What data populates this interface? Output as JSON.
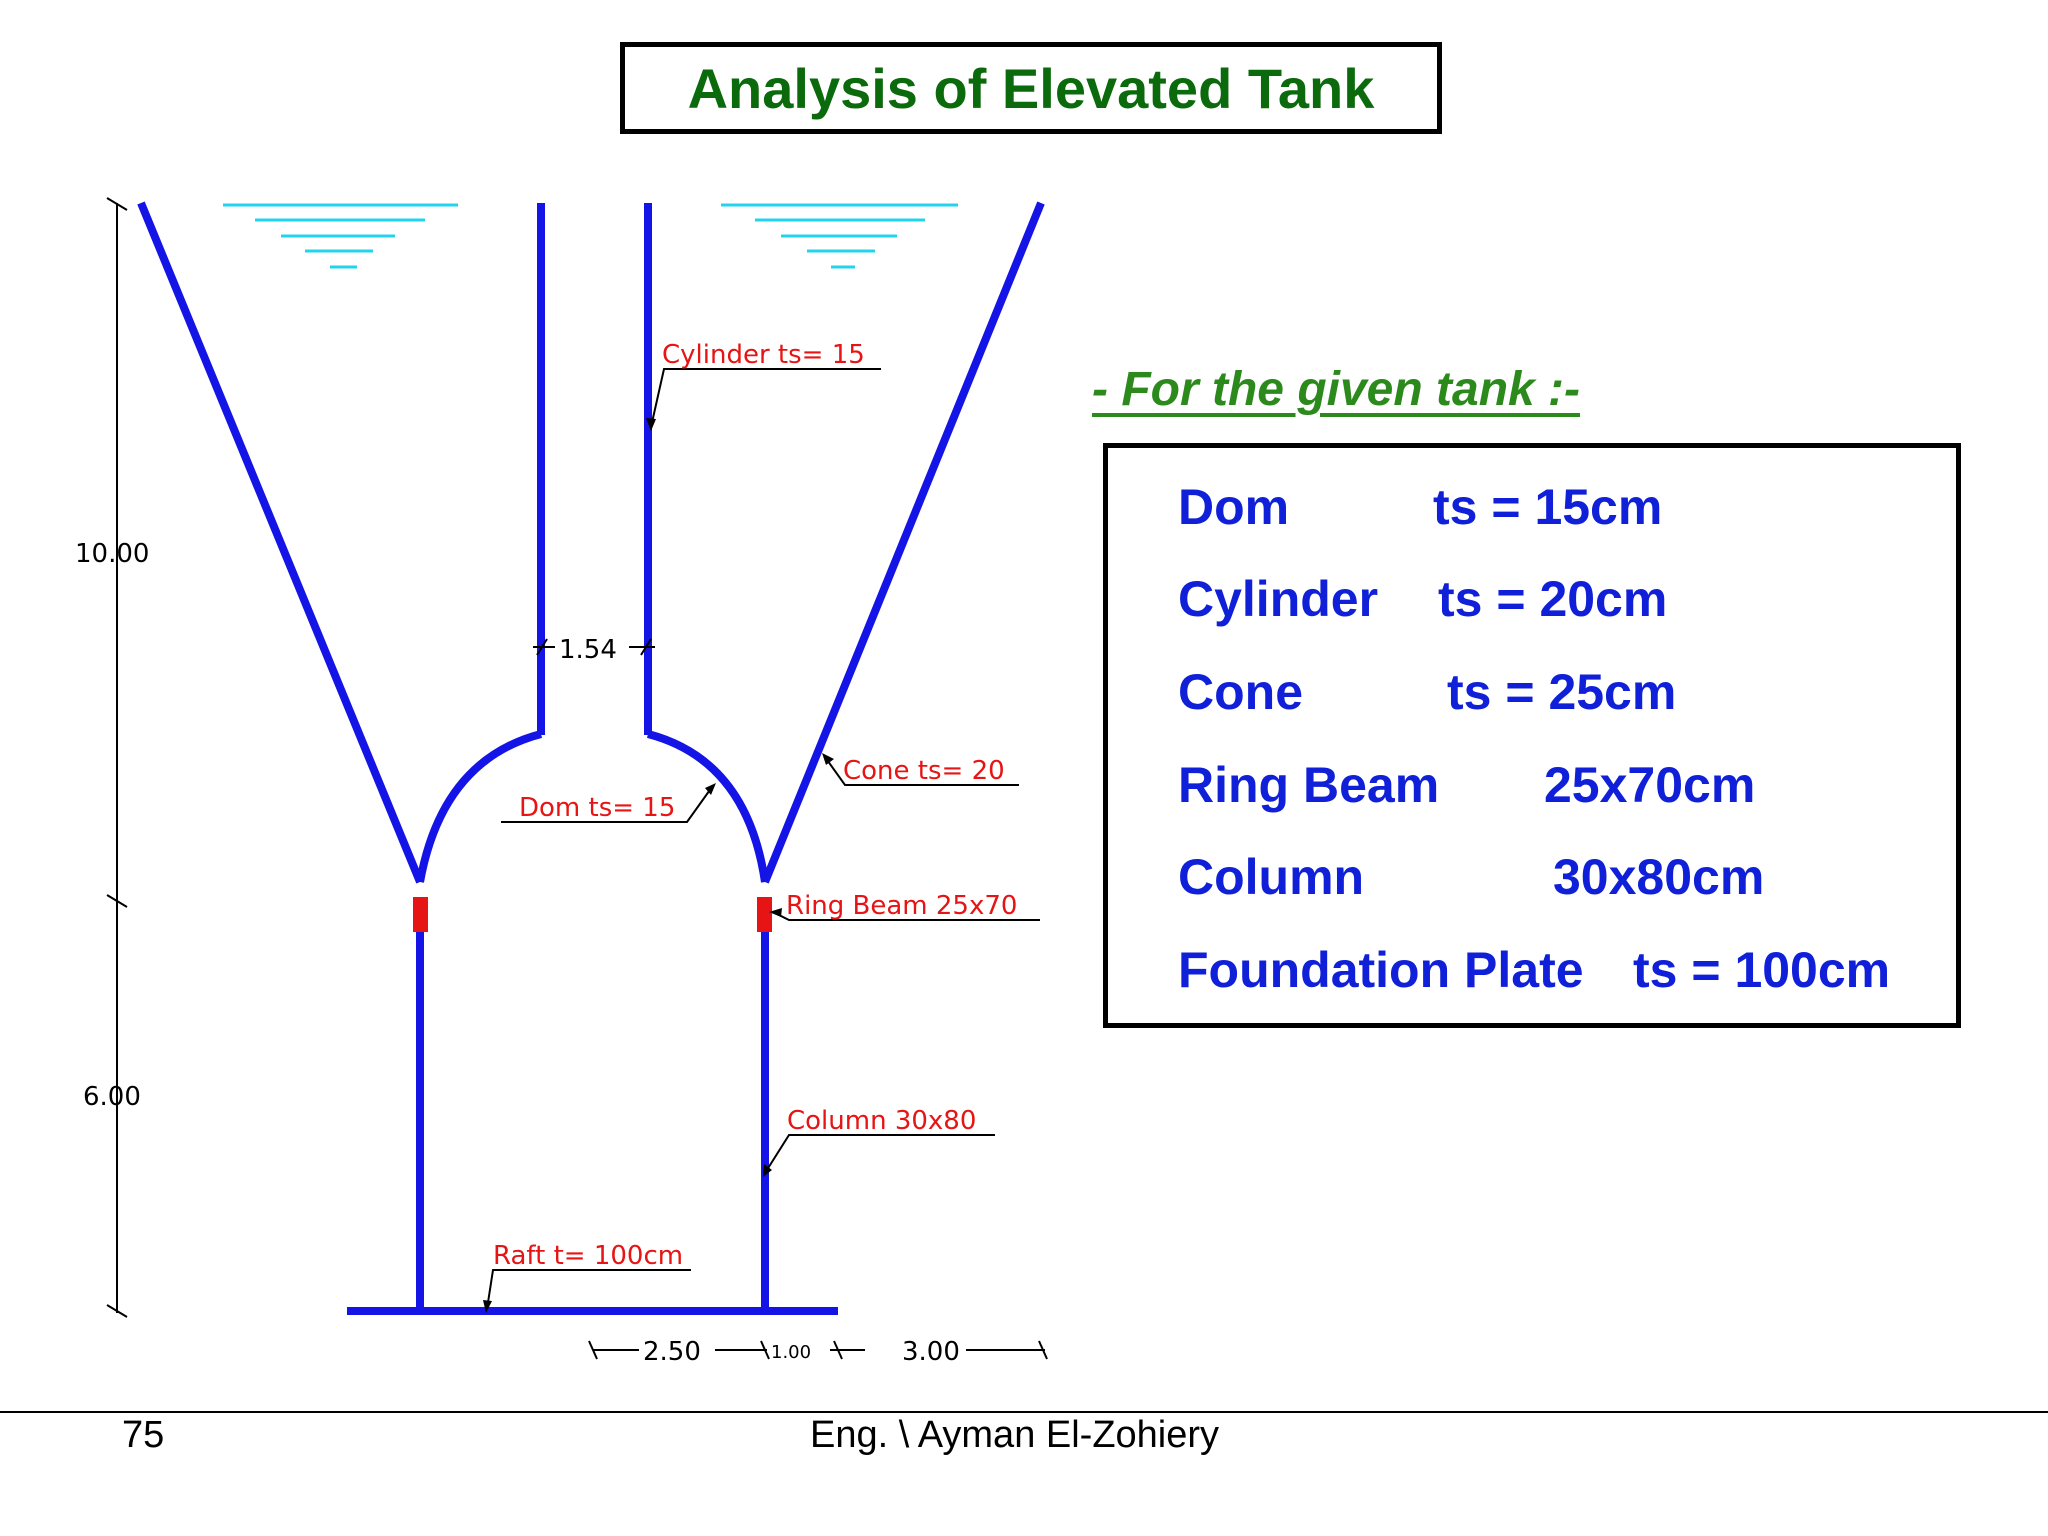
{
  "title": "Analysis of Elevated Tank",
  "drawing": {
    "dimensions": {
      "height_upper": "10.00",
      "height_lower": "6.00",
      "neck_width": "1.54",
      "base_left": "2.50",
      "base_mid": "1.00",
      "base_right": "3.00"
    },
    "labels": {
      "cylinder": "Cylinder ts= 15",
      "cone": "Cone ts= 20",
      "dom": "Dom ts= 15",
      "ring_beam": "Ring Beam 25x70",
      "column": "Column 30x80",
      "raft": "Raft t= 100cm"
    },
    "colors": {
      "structure": "#1414e6",
      "ring_beam": "#e61414",
      "water": "#22d3ee",
      "label": "#e61414",
      "dimension": "#000000"
    }
  },
  "info": {
    "heading": "- For the given tank :-",
    "items": [
      {
        "label": "Dom",
        "value": "ts = 15cm"
      },
      {
        "label": "Cylinder",
        "value": "ts = 20cm"
      },
      {
        "label": "Cone",
        "value": "ts = 25cm"
      },
      {
        "label": "Ring Beam",
        "value": "25x70cm"
      },
      {
        "label": "Column",
        "value": "30x80cm"
      },
      {
        "label": "Foundation Plate",
        "value": "ts = 100cm"
      }
    ]
  },
  "footer": {
    "page": "75",
    "author": "Eng. \\ Ayman El-Zohiery"
  }
}
